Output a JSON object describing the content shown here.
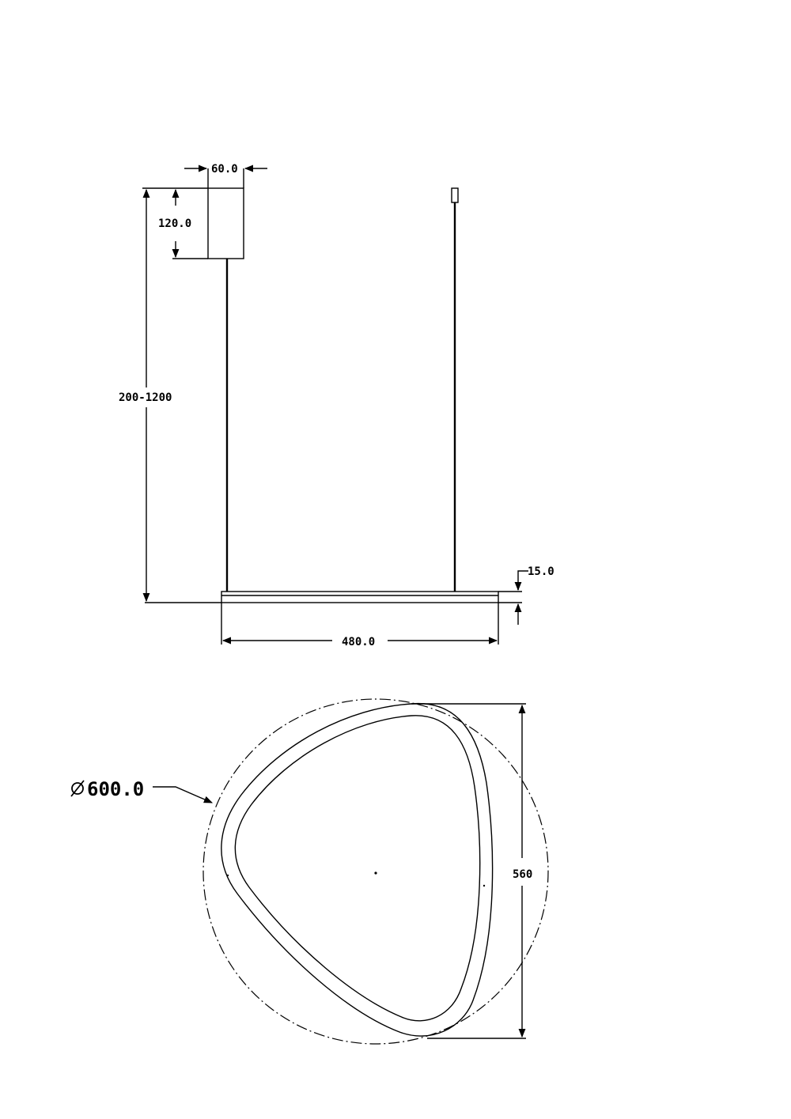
{
  "side_view": {
    "canopy_width_label": "60.0",
    "canopy_height_label": "120.0",
    "suspension_length_label": "200-1200",
    "ring_thickness_label": "15.0",
    "ring_width_label": "480.0"
  },
  "top_view": {
    "diameter_label": "600.0",
    "height_label": "560"
  }
}
